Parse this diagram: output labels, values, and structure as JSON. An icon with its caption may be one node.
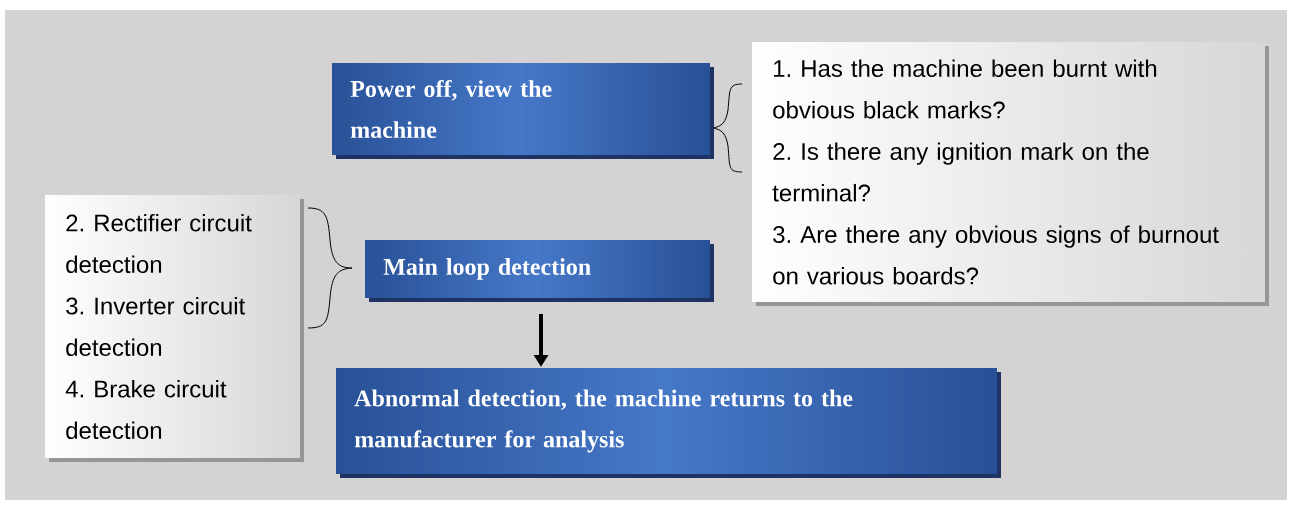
{
  "diagram": {
    "nodes": [
      {
        "text": [
          "Power off, view the machine"
        ]
      },
      {
        "text": [
          "1. Has the machine been burnt with obvious black marks?",
          "2. Is there any ignition mark on the terminal?",
          "3. Are there any obvious signs of burnout on various boards?"
        ]
      },
      {
        "text": [
          "2. Rectifier circuit detection",
          "3. Inverter circuit detection",
          "4. Brake circuit detection"
        ]
      },
      {
        "text": [
          "Main loop detection"
        ]
      },
      {
        "text": [
          "Abnormal detection, the machine returns to the manufacturer for analysis"
        ]
      }
    ],
    "edges": [
      {
        "from": 3,
        "to": 4,
        "arrow": "to"
      }
    ]
  }
}
